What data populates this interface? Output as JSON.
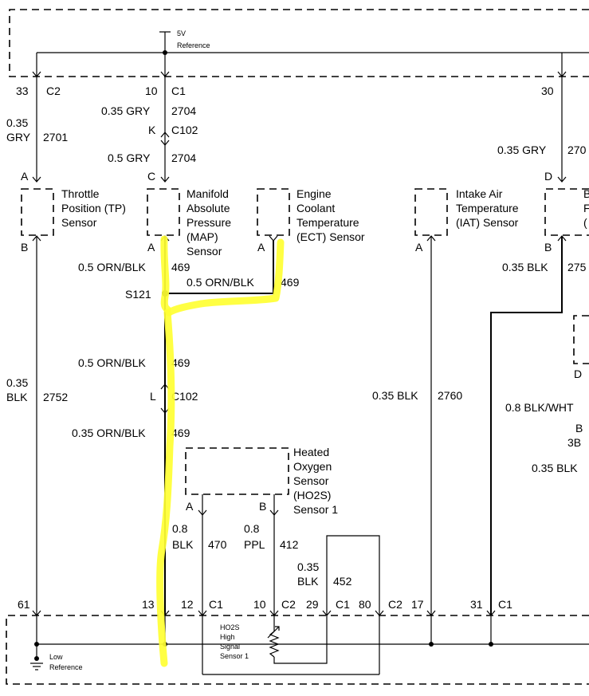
{
  "reference": {
    "voltage": "5V",
    "label": "Reference"
  },
  "ground": {
    "line1": "Low",
    "line2": "Reference"
  },
  "ho2s_internal": [
    "HO2S",
    "High",
    "Signal",
    "Sensor 1"
  ],
  "sensors": {
    "tp": [
      "Throttle",
      "Position (TP)",
      "Sensor"
    ],
    "map": [
      "Manifold",
      "Absolute",
      "Pressure",
      "(MAP)",
      "Sensor"
    ],
    "ect": [
      "Engine",
      "Coolant",
      "Temperature",
      "(ECT) Sensor"
    ],
    "iat": [
      "Intake Air",
      "Temperature",
      "(IAT) Sensor"
    ],
    "ho2s": [
      "Heated",
      "Oxygen",
      "Sensor",
      "(HO2S)",
      "Sensor 1"
    ]
  },
  "top_pins": {
    "tp": {
      "pin": "33",
      "conn": "C2"
    },
    "map": {
      "pin": "10",
      "conn": "C1"
    },
    "right": {
      "pin": "30"
    }
  },
  "wires": {
    "gry_0_35": "0.35 GRY",
    "c2704": "2704",
    "k": "K",
    "c102": "C102",
    "gry_0_5": "0.5 GRY",
    "tp_size": "0.35",
    "tp_color": "GRY",
    "c2701": "2701",
    "right_gry": "0.35 GRY",
    "right_c270": "270",
    "orn_0_5": "0.5 ORN/BLK",
    "c469": "469",
    "s121": "S121",
    "l": "L",
    "orn_0_35": "0.35 ORN/BLK",
    "tp_blk_size": "0.35",
    "tp_blk_color": "BLK",
    "c2752": "2752",
    "iat_blk": "0.35 BLK",
    "c2760": "2760",
    "right_blk": "0.35 BLK",
    "right_c275": "275",
    "blk_wht": "0.8 BLK/WHT",
    "b": "B",
    "b3": "3B",
    "blk_035": "0.35 BLK",
    "ho2s_a_size": "0.8",
    "ho2s_a_color": "BLK",
    "c470": "470",
    "ho2s_b_size": "0.8",
    "ho2s_b_color": "PPL",
    "c412": "412",
    "c452_size": "0.35",
    "c452_color": "BLK",
    "c452": "452",
    "d_right": "D"
  },
  "pin_letters": {
    "tp_top": "A",
    "tp_bottom": "B",
    "map_top": "C",
    "map_bottom": "A",
    "ect_bottom": "A",
    "iat_bottom": "A",
    "right_top": "D",
    "right_bottom": "B",
    "ho2s_a": "A",
    "ho2s_b": "B"
  },
  "bottom_pins": {
    "p61": "61",
    "p13": "13",
    "p12": "12",
    "c1a": "C1",
    "p10": "10",
    "c2a": "C2",
    "p29": "29",
    "c1b": "C1",
    "p80": "80",
    "c2b": "C2",
    "p17": "17",
    "p31": "31",
    "c1c": "C1"
  },
  "colors": {
    "highlight": "#ffff33",
    "line": "#000000"
  }
}
